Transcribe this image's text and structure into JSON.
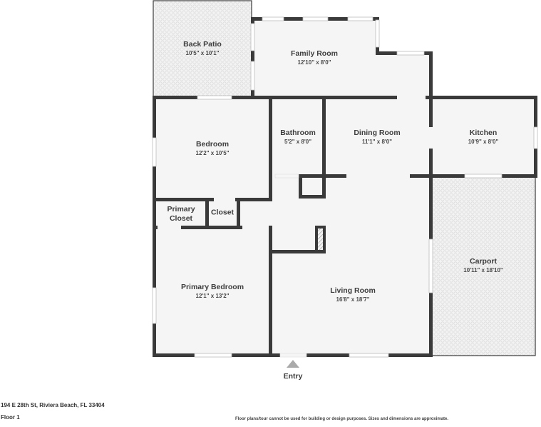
{
  "floorplan": {
    "floor": "Floor 1",
    "address": "194 E 28th St, Riviera Beach, FL 33404",
    "disclaimer": "Floor plans/tour cannot be used for building or design purposes. Sizes and dimensions are approximate.",
    "entry_label": "Entry",
    "colors": {
      "wall": "#3a3a3a",
      "floor": "#f5f5f5",
      "outdoor_pattern": "#e6e6e6",
      "window": "#ffffff",
      "entry_arrow": "#aaaaaa"
    },
    "rooms": [
      {
        "name": "Back Patio",
        "dimensions": "10'5\" x 10'1\""
      },
      {
        "name": "Family Room",
        "dimensions": "12'10\" x 8'0\""
      },
      {
        "name": "Bedroom",
        "dimensions": "12'2\" x 10'5\""
      },
      {
        "name": "Bathroom",
        "dimensions": "5'2\" x 8'0\""
      },
      {
        "name": "Dining Room",
        "dimensions": "11'1\" x 8'0\""
      },
      {
        "name": "Kitchen",
        "dimensions": "10'9\" x 8'0\""
      },
      {
        "name": "Primary Closet",
        "name_line1": "Primary",
        "name_line2": "Closet",
        "dimensions": ""
      },
      {
        "name": "Closet",
        "dimensions": ""
      },
      {
        "name": "Carport",
        "dimensions": "10'11\" x 18'10\""
      },
      {
        "name": "Primary Bedroom",
        "dimensions": "12'1\" x 13'2\""
      },
      {
        "name": "Living Room",
        "dimensions": "16'8\" x 18'7\""
      }
    ]
  }
}
